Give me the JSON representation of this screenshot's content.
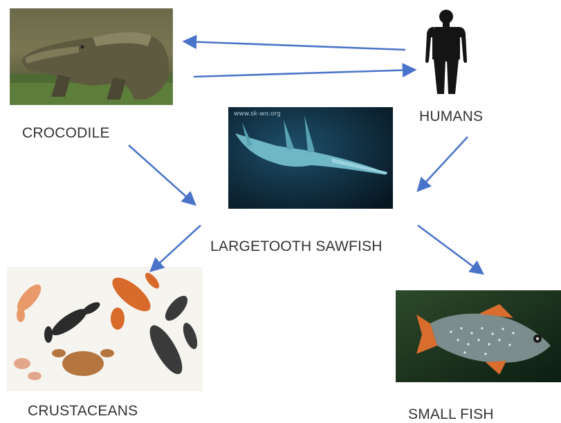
{
  "diagram": {
    "nodes": [
      {
        "id": "crocodile",
        "label": "CROCODILE",
        "image": "crocodile-photo"
      },
      {
        "id": "humans",
        "label": "HUMANS",
        "image": "human-silhouette-icon"
      },
      {
        "id": "sawfish",
        "label": "LARGETOOTH SAWFISH",
        "image": "sawfish-photo"
      },
      {
        "id": "crustaceans",
        "label": "CRUSTACEANS",
        "image": "crustaceans-photo"
      },
      {
        "id": "small_fish",
        "label": "SMALL FISH",
        "image": "small-fish-photo"
      }
    ],
    "edges": [
      {
        "from": "humans",
        "to": "crocodile"
      },
      {
        "from": "crocodile",
        "to": "humans"
      },
      {
        "from": "crocodile",
        "to": "sawfish"
      },
      {
        "from": "humans",
        "to": "sawfish"
      },
      {
        "from": "sawfish",
        "to": "crustaceans"
      },
      {
        "from": "sawfish",
        "to": "small_fish"
      }
    ],
    "arrow_color": "#4a74c9"
  }
}
